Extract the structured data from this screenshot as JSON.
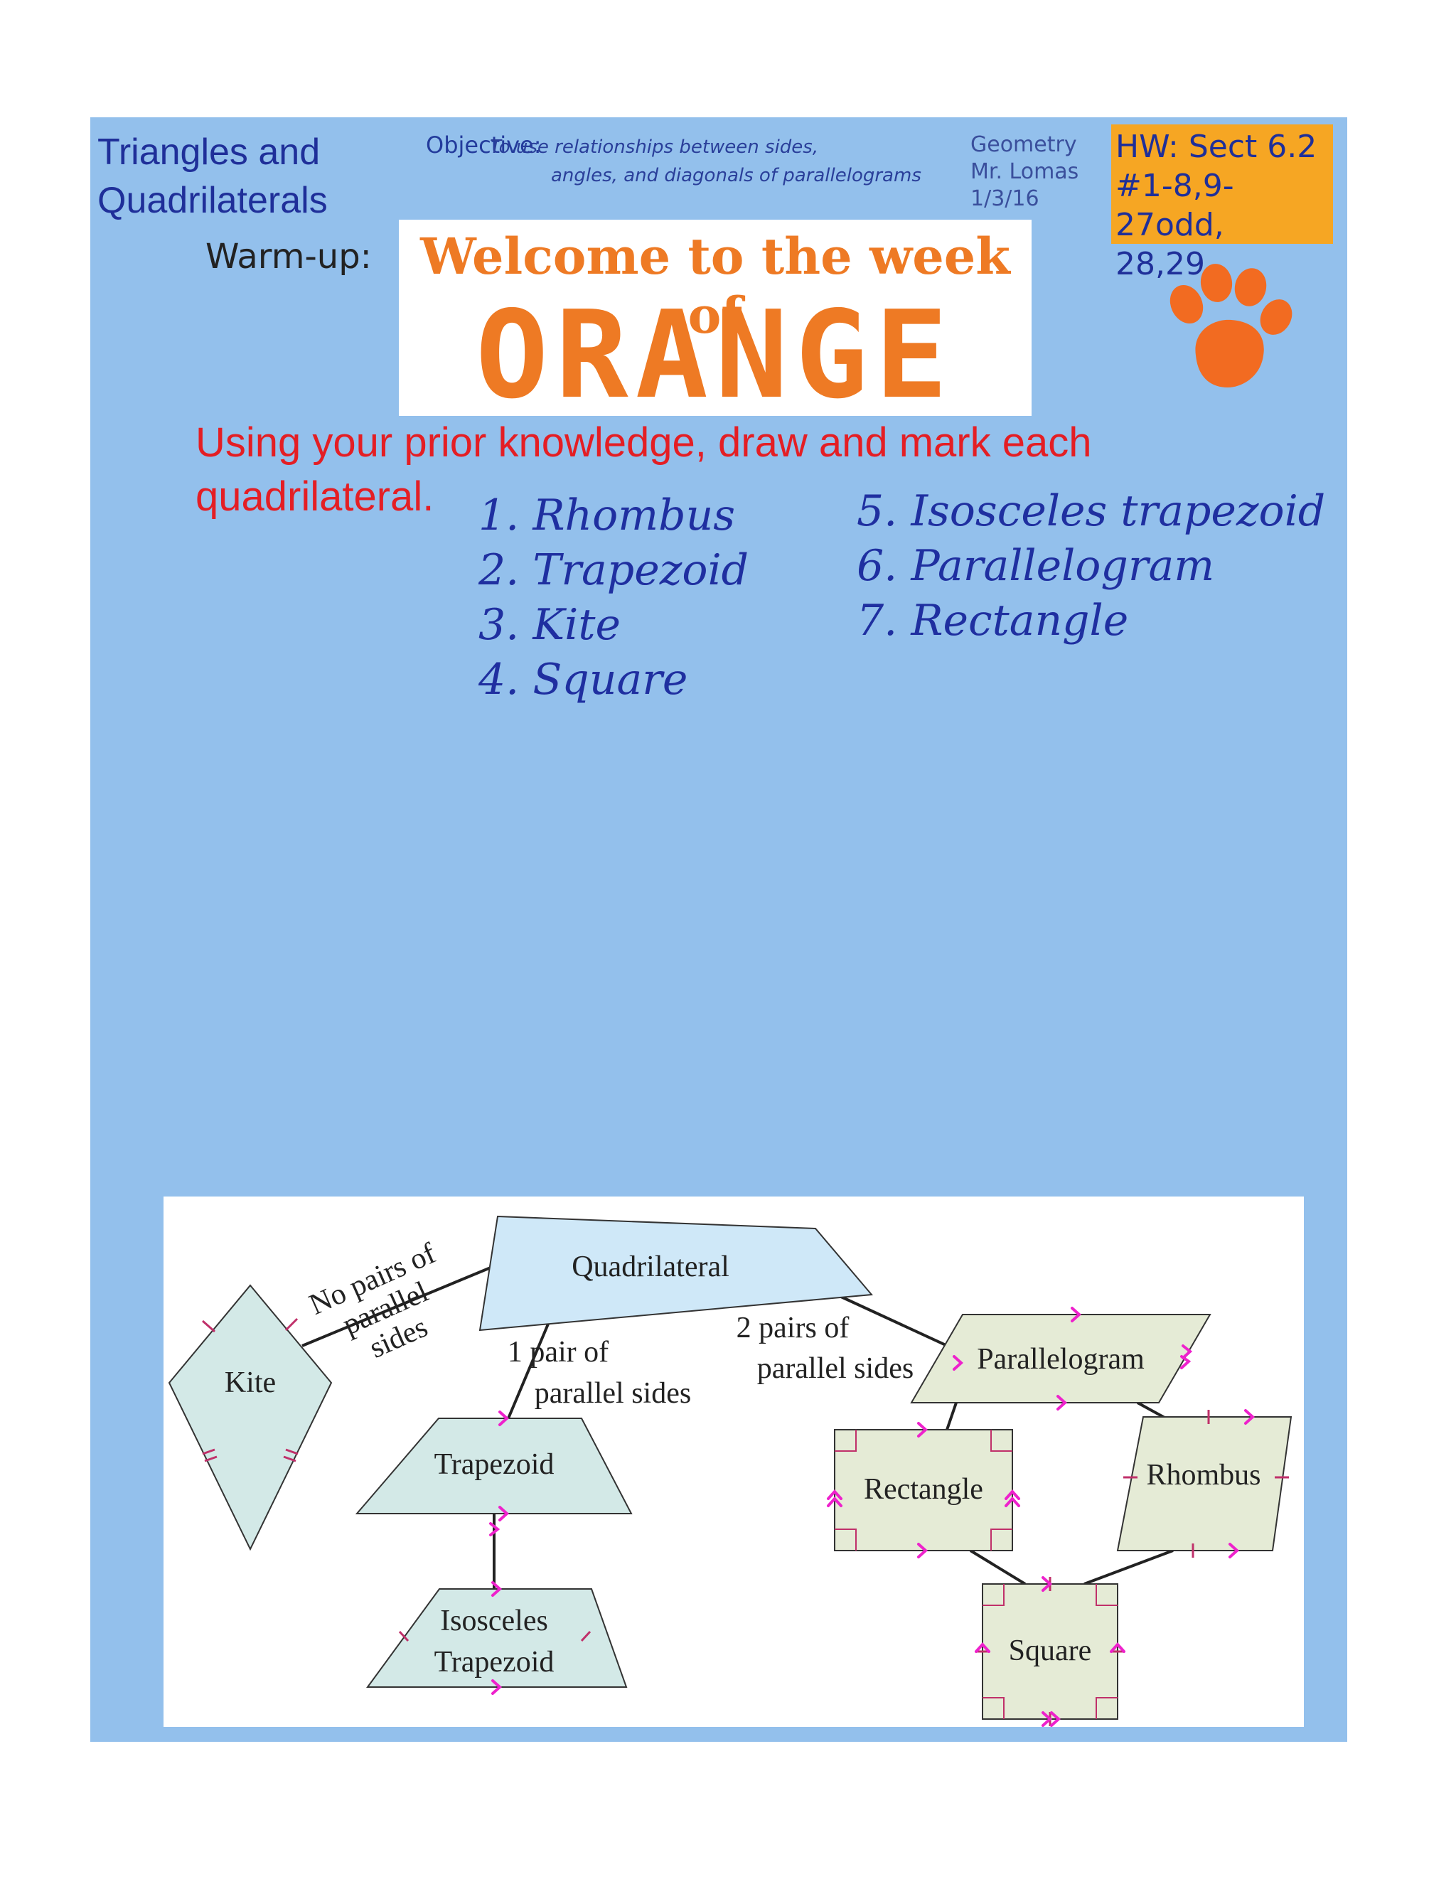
{
  "header": {
    "title_line1": "Triangles and",
    "title_line2": "Quadrilaterals",
    "objective_label": "Objective:",
    "objective_line1": "To use relationships between sides,",
    "objective_line2": "angles, and diagonals of parallelograms",
    "course": "Geometry",
    "teacher": "Mr. Lomas",
    "date": "1/3/16",
    "hw_line1": "HW: Sect 6.2",
    "hw_line2": "#1-8,9-27odd,",
    "hw_line3": "28,29"
  },
  "warmup": {
    "label": "Warm-up:",
    "banner_line1": "Welcome to the week of",
    "banner_line2": "ORANGE",
    "paw_icon": "paw-print-icon",
    "paw_color": "#f26b21",
    "prompt_line1": "Using your prior knowledge, draw and mark each",
    "prompt_line2": "quadrilateral.",
    "list_left": [
      "1. Rhombus",
      "2. Trapezoid",
      "3.  Kite",
      "4.  Square"
    ],
    "list_right": [
      "5.  Isosceles trapezoid",
      "6.  Parallelogram",
      "7.  Rectangle"
    ]
  },
  "diagram": {
    "nodes": {
      "quadrilateral": "Quadrilateral",
      "kite": "Kite",
      "trapezoid": "Trapezoid",
      "isosceles_line1": "Isosceles",
      "isosceles_line2": "Trapezoid",
      "parallelogram": "Parallelogram",
      "rectangle": "Rectangle",
      "rhombus": "Rhombus",
      "square": "Square"
    },
    "edges": {
      "no_pairs_line1": "No pairs of",
      "no_pairs_line2": "parallel",
      "no_pairs_line3": "sides",
      "one_pair_line1": "1 pair of",
      "one_pair_line2": "parallel sides",
      "two_pairs_line1": "2 pairs of",
      "two_pairs_line2": "parallel sides"
    },
    "colors": {
      "quadrilateral_fill": "#cfe8f8",
      "trapezoid_fill": "#d3e9e7",
      "parallelogram_fill": "#e5ebd6",
      "mark_color": "#ee22cc",
      "tick_color": "#c0306a"
    }
  }
}
